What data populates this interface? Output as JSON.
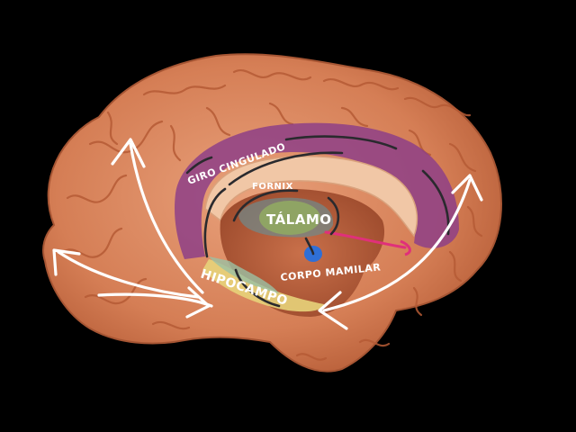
{
  "labels": {
    "giro_cingulado": "GIRO CINGULADO",
    "fornix": "FORNIX",
    "talamo": "TÁLAMO",
    "corpo_mamilar": "CORPO MAMILAR",
    "hipocampo": "HIPOCAMPO"
  },
  "colors": {
    "background": "#000000",
    "cortex": "#d9875f",
    "cingulate": "#8e3f87",
    "thalamus": "#8fa464",
    "mammillary_body": "#2f6fd6",
    "hippocampus": "#e7d37a",
    "connection": "#e0307a"
  }
}
